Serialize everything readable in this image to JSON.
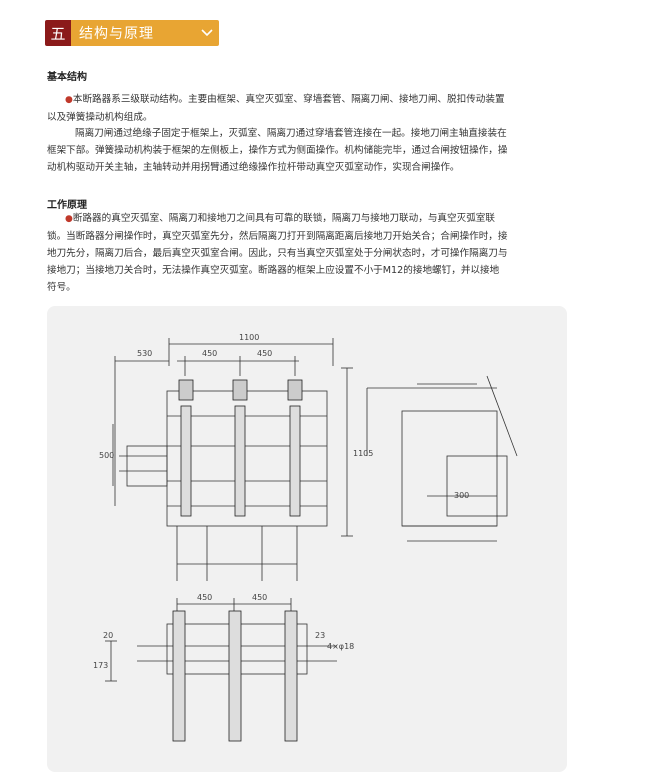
{
  "section": {
    "number": "五",
    "title": "结构与原理"
  },
  "basic_structure": {
    "heading": "基本结构",
    "p1_line1": "本断路器系三级联动结构。主要由框架、真空灭弧室、穿墙套管、隔离刀闸、接地刀闸、脱扣传动装置",
    "p1_line2": "以及弹簧操动机构组成。",
    "p2_line1": "隔离刀闸通过绝缘子固定于框架上，灭弧室、隔离刀通过穿墙套管连接在一起。接地刀闸主轴直接装在",
    "p2_line2": "框架下部。弹簧操动机构装于框架的左侧板上，操作方式为侧面操作。机构储能完毕，通过合闸按钮操作，操",
    "p2_line3": "动机构驱动开关主轴，主轴转动并用拐臂通过绝缘操作拉杆带动真空灭弧室动作，实现合闸操作。"
  },
  "working_principle": {
    "heading": "工作原理",
    "line1": "断路器的真空灭弧室、隔离刀和接地刀之间具有可靠的联锁，隔离刀与接地刀联动，与真空灭弧室联",
    "line2": "锁。当断路器分闸操作时，真空灭弧室先分，然后隔离刀打开到隔离距离后接地刀开始关合；合闸操作时，接",
    "line3": "地刀先分，隔离刀后合，最后真空灭弧室合闸。因此，只有当真空灭弧室处于分闸状态时，才可操作隔离刀与",
    "line4": "接地刀；当接地刀关合时，无法操作真空灭弧室。断路器的框架上应设置不小于M12的接地螺钉，并以接地",
    "line5": "符号。"
  },
  "drawing": {
    "dims": {
      "overall_width": "1100",
      "left_offset": "530",
      "pitch_a": "450",
      "pitch_b": "450",
      "height_left": "500",
      "overall_height": "1105",
      "side_depth": "300",
      "bottom_pitch_a": "450",
      "bottom_pitch_b": "450",
      "dim_20": "20",
      "dim_23": "23",
      "dim_173": "173",
      "hole_note": "4×φ18"
    }
  }
}
